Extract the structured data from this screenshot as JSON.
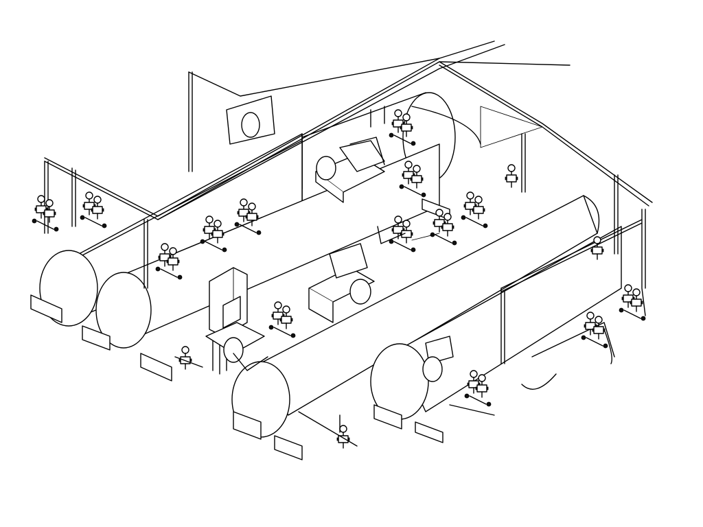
{
  "drawing": {
    "style": "isometric line drawing",
    "colors": {
      "line": "#000000",
      "background": "#ffffff"
    },
    "components": {
      "vessels": 4,
      "pump_motor_units": 3,
      "valve_stations": 14
    }
  }
}
